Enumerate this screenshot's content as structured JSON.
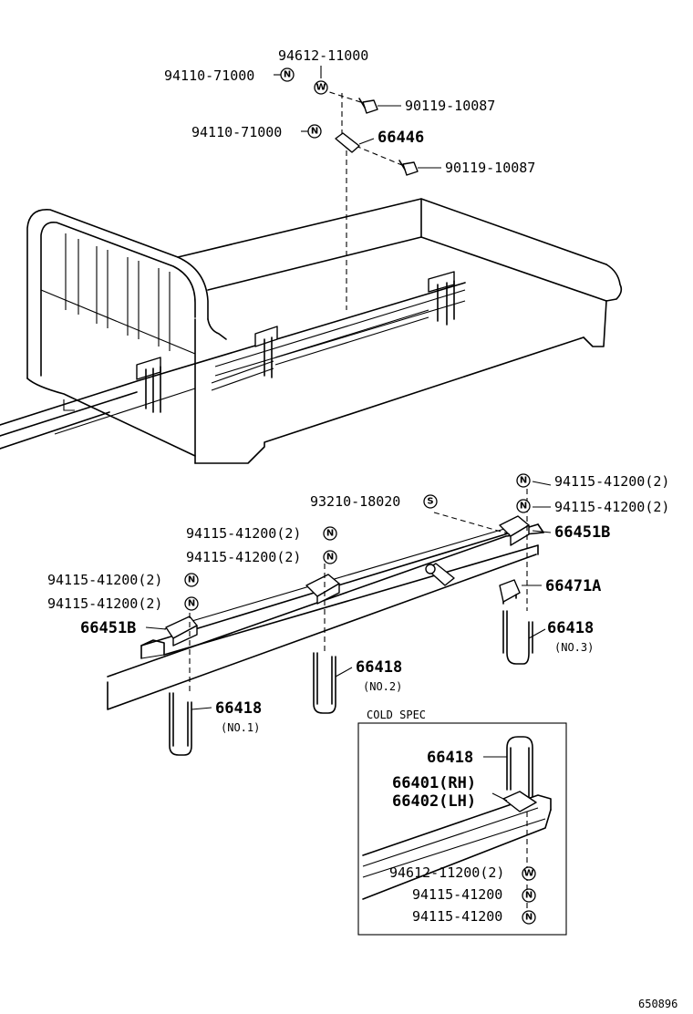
{
  "labels": {
    "nut_top": "94612-11000",
    "washer_left_1": "94110-71000",
    "bolt_1": "90119-10087",
    "washer_left_2": "94110-71000",
    "spacer": "66446",
    "bolt_2": "90119-10087",
    "nut_r1": "94115-41200(2)",
    "nut_r2": "94115-41200(2)",
    "sbolt": "93210-18020",
    "bracket_right": "66451B",
    "nut_m1": "94115-41200(2)",
    "nut_m2": "94115-41200(2)",
    "nut_l1": "94115-41200(2)",
    "nut_l2": "94115-41200(2)",
    "plate_right": "66471A",
    "bracket_left": "66451B",
    "ubolt_3": "66418",
    "ubolt_3_note": "(NO.3)",
    "ubolt_2": "66418",
    "ubolt_2_note": "(NO.2)",
    "ubolt_1": "66418",
    "ubolt_1_note": "(NO.1)",
    "cold_spec_title": "COLD SPEC",
    "cs_ubolt": "66418",
    "cs_bracket_rh": "66401(RH)",
    "cs_bracket_lh": "66402(LH)",
    "cs_washer": "94612-11200(2)",
    "cs_nut_1": "94115-41200",
    "cs_nut_2": "94115-41200",
    "figure_code": "650896"
  },
  "symbols": {
    "nut": "N",
    "washer": "W",
    "stud": "S"
  }
}
